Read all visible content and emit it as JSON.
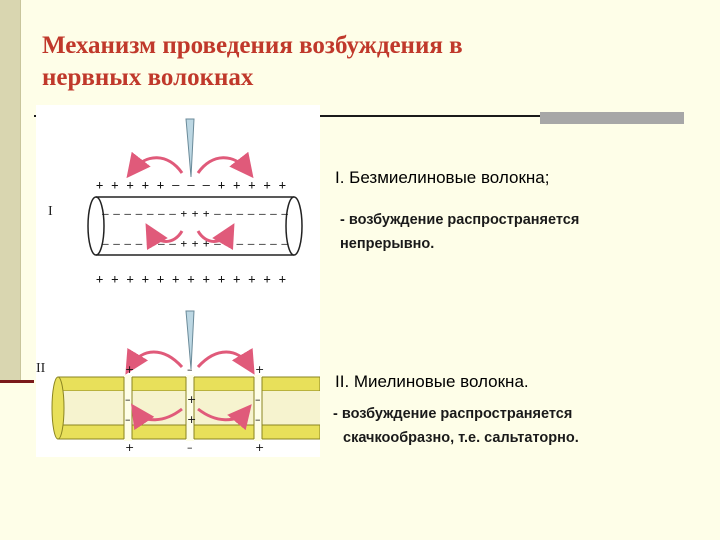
{
  "slide": {
    "title_line1": "Механизм проведения возбуждения в",
    "title_line2": "нервных волокнах",
    "section1": {
      "heading": "I. Безмиелиновые волокна;",
      "desc_line1": "- возбуждение распространяется",
      "desc_line2": "непрерывно."
    },
    "section2": {
      "heading": "II. Миелиновые волокна.",
      "desc_line1": "- возбуждение распространяется",
      "desc_line2": "скачкообразно, т.е. сальтаторно."
    }
  },
  "figure": {
    "label_fig1": "I",
    "label_fig2": "II",
    "outer_charges_top": "+ + + + + – – – + + + + +",
    "outer_charges_bottom": "+ + + + + + + + + + + + +",
    "inner_charges": "– – – – – – – + + + – – – – – – –"
  },
  "colors": {
    "title": "#c0392b",
    "arrow": "#e05a7a",
    "myelin": "#e8e05a",
    "background": "#fefee8"
  }
}
